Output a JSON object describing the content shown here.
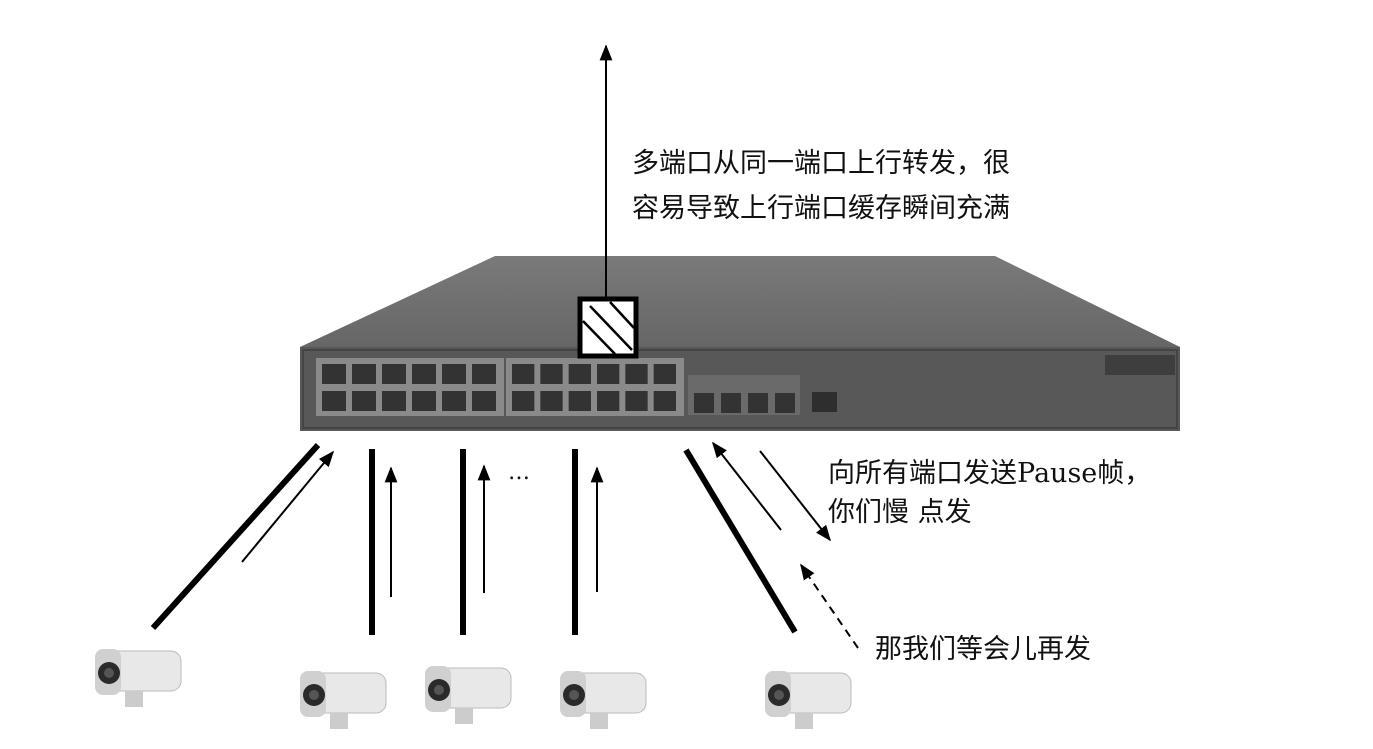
{
  "annotations": {
    "uplink_line1": "多端口从同一端口上行转发，很",
    "uplink_line2": "容易导致上行端口缓存瞬间充满",
    "pause_line1": "向所有端口发送Pause帧，",
    "pause_line2": "你们慢 点发",
    "wait": "那我们等会儿再发",
    "ellipsis": "…"
  },
  "colors": {
    "line": "#000000",
    "switch_top": "#6e6e6e",
    "switch_front": "#5a5a5a",
    "port": "#3a3a3a"
  }
}
